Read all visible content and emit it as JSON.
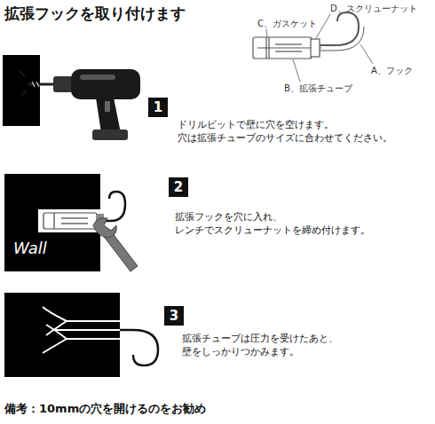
{
  "diagram": {
    "title": "拡張フックを取り付けます",
    "nodes": [
      {
        "text": [
          "1"
        ]
      },
      {
        "text": [
          "Wall"
        ]
      },
      {
        "text": [
          "2"
        ]
      },
      {
        "text": [
          "3"
        ]
      }
    ],
    "labels": [
      "D、スクリューナット",
      "C、ガスケット",
      "A、フック",
      "B、拡張チューブ",
      "ドリルビットで壁に穴を空けます。 穴は拡張チューブのサイズに合わせてください。",
      "拡張フックを穴に入れ、 レンチでスクリューナットを締め付けます。",
      "拡張チューブは圧力を受けたあと、 壁をしっかりつかみます。",
      "備考：10mmの穴を開けるのをお勧め"
    ]
  }
}
